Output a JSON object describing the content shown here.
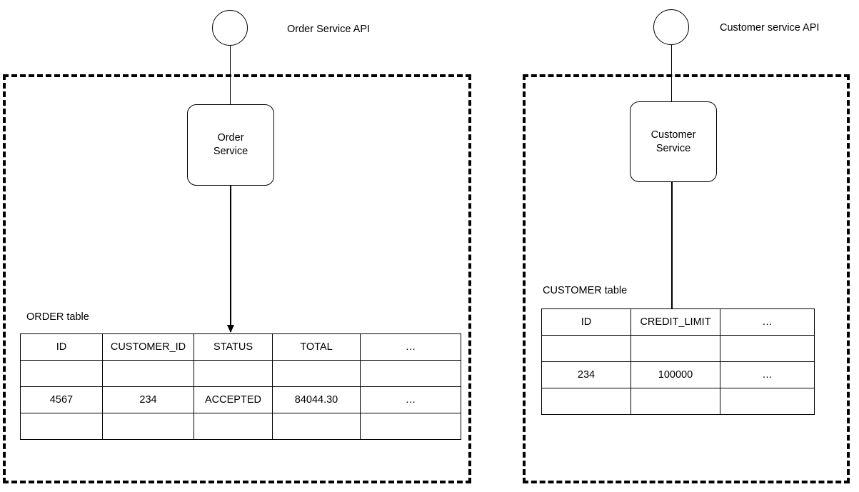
{
  "diagram": {
    "background_color": "#ffffff",
    "line_color": "#000000"
  },
  "left_context": {
    "name": "order-service-context",
    "api": {
      "label": "Order Service API",
      "icon": "lollipop-interface-icon"
    },
    "service": {
      "label_line1": "Order",
      "label_line2": "Service"
    },
    "table": {
      "caption": "ORDER table",
      "columns": [
        "ID",
        "CUSTOMER_ID",
        "STATUS",
        "TOTAL",
        "…"
      ],
      "rows": [
        [
          "",
          "",
          "",
          "",
          ""
        ],
        [
          "4567",
          "234",
          "ACCEPTED",
          "84044.30",
          "…"
        ],
        [
          "",
          "",
          "",
          "",
          ""
        ]
      ]
    }
  },
  "right_context": {
    "name": "customer-service-context",
    "api": {
      "label": "Customer service API",
      "icon": "lollipop-interface-icon"
    },
    "service": {
      "label_line1": "Customer",
      "label_line2": "Service"
    },
    "table": {
      "caption": "CUSTOMER table",
      "columns": [
        "ID",
        "CREDIT_LIMIT",
        "…"
      ],
      "rows": [
        [
          "",
          "",
          ""
        ],
        [
          "234",
          "100000",
          "…"
        ],
        [
          "",
          "",
          ""
        ]
      ]
    }
  }
}
